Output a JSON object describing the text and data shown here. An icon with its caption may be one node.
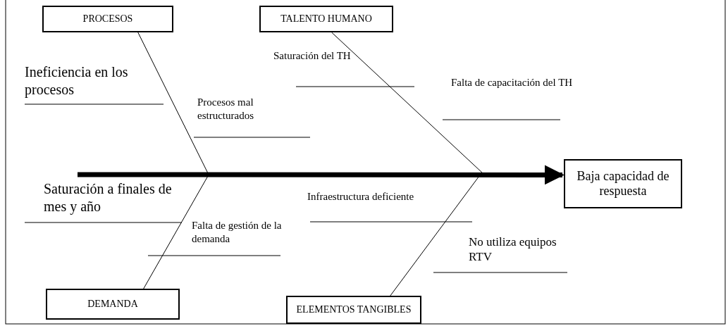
{
  "diagram": {
    "nodes": [
      {
        "text": [
          "PROCESOS"
        ]
      },
      {
        "text": [
          "TALENTO HUMANO"
        ]
      },
      {
        "text": [
          "Baja capacidad de respuesta"
        ]
      },
      {
        "text": [
          "DEMANDA"
        ]
      },
      {
        "text": [
          "ELEMENTOS TANGIBLES"
        ]
      }
    ],
    "edges": [
      {
        "from": null,
        "to": 2,
        "arrow": "to",
        "style": "thick"
      },
      {
        "from": 0,
        "to": null,
        "arrow": "none"
      },
      {
        "from": 1,
        "to": null,
        "arrow": "none"
      },
      {
        "from": 3,
        "to": null,
        "arrow": "none"
      },
      {
        "from": 4,
        "to": null,
        "arrow": "none"
      }
    ],
    "labels": [
      "Saturación del TH",
      "Ineficiencia en los procesos",
      "Falta de capacitación del TH",
      "Procesos mal estructurados",
      "Saturación a finales de mes y año",
      "Infraestructura deficiente",
      "Falta de gestión de la demanda",
      "No utiliza equipos RTV"
    ]
  }
}
